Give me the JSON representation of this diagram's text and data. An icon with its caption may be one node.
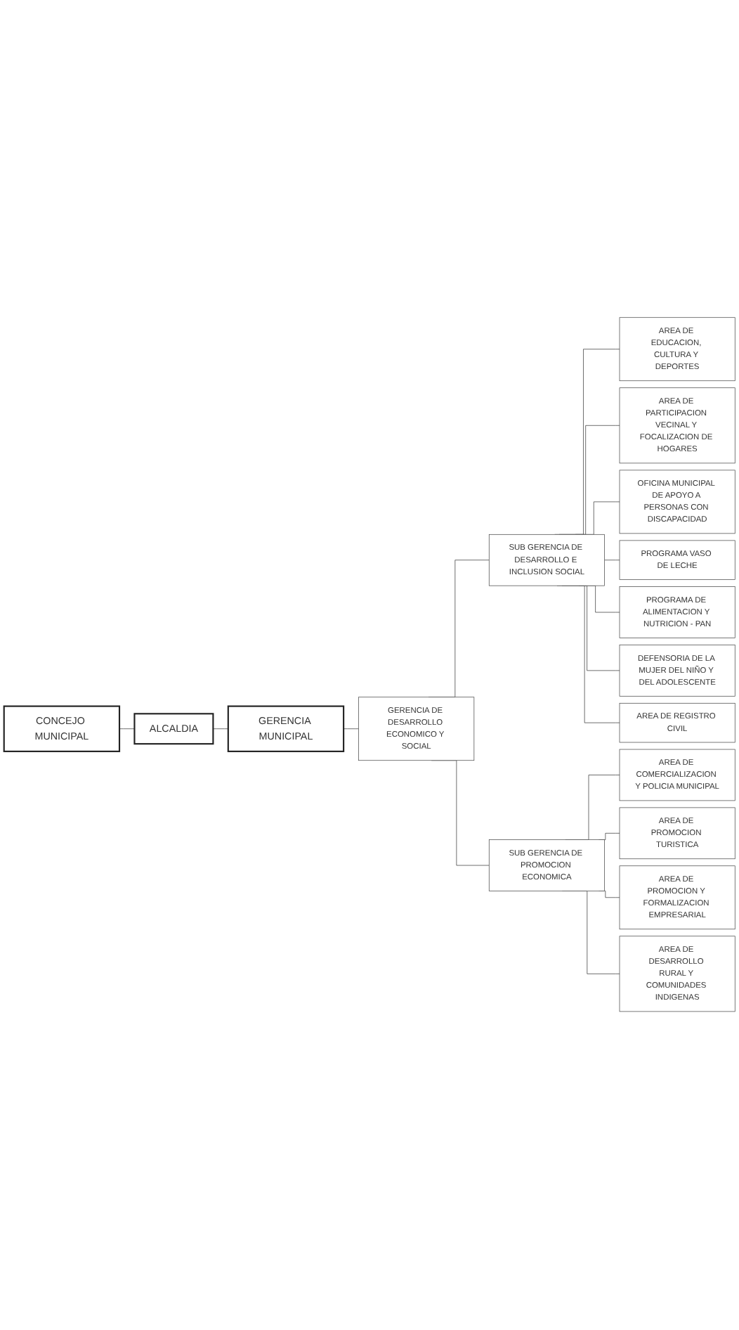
{
  "diagram": {
    "nodes": [
      {
        "text": [
          "CONCEJO MUNICIPAL"
        ]
      },
      {
        "text": [
          "ALCALDIA"
        ]
      },
      {
        "text": [
          "GERENCIA MUNICIPAL"
        ]
      },
      {
        "text": [
          "GERENCIA DE DESARROLLO ECONOMICO Y SOCIAL"
        ]
      },
      {
        "text": [
          "SUB GERENCIA DE DESARROLLO E INCLUSION SOCIAL"
        ]
      },
      {
        "text": [
          "SUB GERENCIA DE PROMOCION ECONOMICA"
        ]
      },
      {
        "text": [
          "AREA DE EDUCACION, CULTURA Y DEPORTES"
        ]
      },
      {
        "text": [
          "AREA DE PARTICIPACION VECINAL Y FOCALIZACION DE HOGARES"
        ]
      },
      {
        "text": [
          "OFICINA MUNICIPAL DE APOYO A PERSONAS CON DISCAPACIDAD"
        ]
      },
      {
        "text": [
          "PROGRAMA VASO DE LECHE"
        ]
      },
      {
        "text": [
          "PROGRAMA DE ALIMENTACION Y NUTRICION - PAN"
        ]
      },
      {
        "text": [
          "DEFENSORIA DE LA MUJER DEL NIÑO Y DEL ADOLESCENTE"
        ]
      },
      {
        "text": [
          "AREA DE REGISTRO CIVIL"
        ]
      },
      {
        "text": [
          "AREA DE COMERCIALIZACION Y POLICIA MUNICIPAL"
        ]
      },
      {
        "text": [
          "AREA DE PROMOCION TURISTICA"
        ]
      },
      {
        "text": [
          "AREA DE PROMOCION Y FORMALIZACION EMPRESARIAL"
        ]
      },
      {
        "text": [
          "AREA DE DESARROLLO RURAL Y COMUNIDADES INDIGENAS"
        ]
      }
    ],
    "edges": [
      {
        "from": 0,
        "to": 1,
        "arrow": "none"
      },
      {
        "from": 1,
        "to": 2,
        "arrow": "none"
      },
      {
        "from": 2,
        "to": 3,
        "arrow": "none"
      },
      {
        "from": 3,
        "to": 4,
        "arrow": "none"
      },
      {
        "from": 3,
        "to": 5,
        "arrow": "none"
      },
      {
        "from": 4,
        "to": 6,
        "arrow": "none"
      },
      {
        "from": 4,
        "to": 7,
        "arrow": "none"
      },
      {
        "from": 4,
        "to": 8,
        "arrow": "none"
      },
      {
        "from": 4,
        "to": 9,
        "arrow": "none"
      },
      {
        "from": 4,
        "to": 10,
        "arrow": "none"
      },
      {
        "from": 4,
        "to": 11,
        "arrow": "none"
      },
      {
        "from": 4,
        "to": 12,
        "arrow": "none"
      },
      {
        "from": 5,
        "to": 13,
        "arrow": "none"
      },
      {
        "from": 5,
        "to": 14,
        "arrow": "none"
      },
      {
        "from": 5,
        "to": 15,
        "arrow": "none"
      },
      {
        "from": 5,
        "to": 16,
        "arrow": "none"
      }
    ]
  }
}
